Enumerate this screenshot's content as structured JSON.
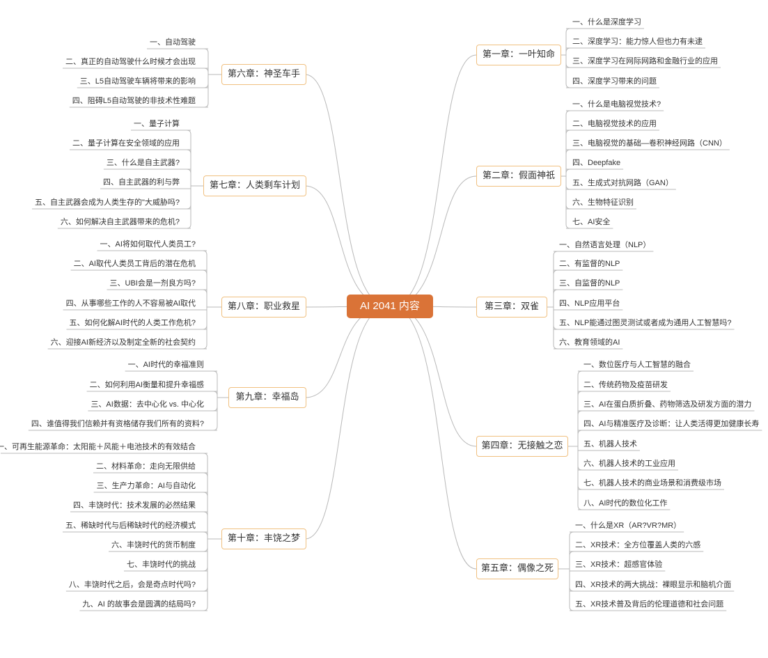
{
  "root": "AI 2041 内容",
  "line_color": "#b9b9b9",
  "root_color": "#da7337",
  "chapter_border_color": "#f0c080",
  "right": [
    {
      "title": "第一章：一叶知命",
      "items": [
        "一、什么是深度学习",
        "二、深度学习：能力惊人但也力有未逮",
        "三、深度学习在网际网路和金融行业的应用",
        "四、深度学习带来的问题"
      ]
    },
    {
      "title": "第二章：假面神祇",
      "items": [
        "一、什么是电脑视觉技术?",
        "二、电脑视觉技术的应用",
        "三、电脑视觉的基础—卷积神经网路（CNN）",
        "四、Deepfake",
        "五、生成式对抗网路（GAN）",
        "六、生物特征识别",
        "七、AI安全"
      ]
    },
    {
      "title": "第三章：双雀",
      "items": [
        "一、自然语言处理（NLP）",
        "二、有监督的NLP",
        "三、自监督的NLP",
        "四、NLP应用平台",
        "五、NLP能通过图灵测试或者成为通用人工智慧吗?",
        "六、教育领域的AI"
      ]
    },
    {
      "title": "第四章：无接触之恋",
      "items": [
        "一、数位医疗与人工智慧的融合",
        "二、传统药物及疫苗研发",
        "三、AI在蛋白质折叠、药物筛选及研发方面的潜力",
        "四、AI与精准医疗及诊断：让人类活得更加健康长寿",
        "五、机器人技术",
        "六、机器人技术的工业应用",
        "七、机器人技术的商业场景和消费级市场",
        "八、AI时代的数位化工作"
      ]
    },
    {
      "title": "第五章：偶像之死",
      "items": [
        "一、什么是XR（AR?VR?MR）",
        "二、XR技术：全方位覆盖人类的六感",
        "三、XR技术：超感官体验",
        "四、XR技术的两大挑战：裸眼显示和脑机介面",
        "五、XR技术普及背后的伦理道德和社会问题"
      ]
    }
  ],
  "left": [
    {
      "title": "第六章：神圣车手",
      "items": [
        "一、自动驾驶",
        "二、真正的自动驾驶什么时候才会出现",
        "三、L5自动驾驶车辆将带来的影响",
        "四、阻碍L5自动驾驶的非技术性难题"
      ]
    },
    {
      "title": "第七章：人类剩车计划",
      "items": [
        "一、量子计算",
        "二、量子计算在安全领域的应用",
        "三、什么是自主武器?",
        "四、自主武器的利与弊",
        "五、自主武器会成为人类生存的\"大威胁吗?",
        "六、如何解决自主武器带来的危机?"
      ]
    },
    {
      "title": "第八章：职业救星",
      "items": [
        "一、AI将如何取代人类员工?",
        "二、AI取代人类员工背后的潜在危机",
        "三、UBI会是一剂良方吗?",
        "四、从事哪些工作的人不容易被AI取代",
        "五、如何化解AI时代的人类工作危机?",
        "六、迎接AI新经济以及制定全新的社会契约"
      ]
    },
    {
      "title": "第九章：幸福岛",
      "items": [
        "一、AI时代的幸福准则",
        "二、如何利用AI衡量和提升幸福感",
        "三、AI数据：去中心化 vs. 中心化",
        "四、谁值得我们信赖并有资格储存我们所有的资料?"
      ]
    },
    {
      "title": "第十章：丰饶之梦",
      "items": [
        "一、可再生能源革命：太阳能＋风能＋电池技术的有效结合",
        "二、材料革命：走向无限供给",
        "三、生产力革命：AI与自动化",
        "四、丰饶时代：技术发展的必然结果",
        "五、稀缺时代与后稀缺时代的经济模式",
        "六、丰饶时代的货币制度",
        "七、丰饶时代的挑战",
        "八、丰饶时代之后，会是奇点时代吗?",
        "九、AI 的故事会是圆满的结局吗?"
      ]
    }
  ]
}
